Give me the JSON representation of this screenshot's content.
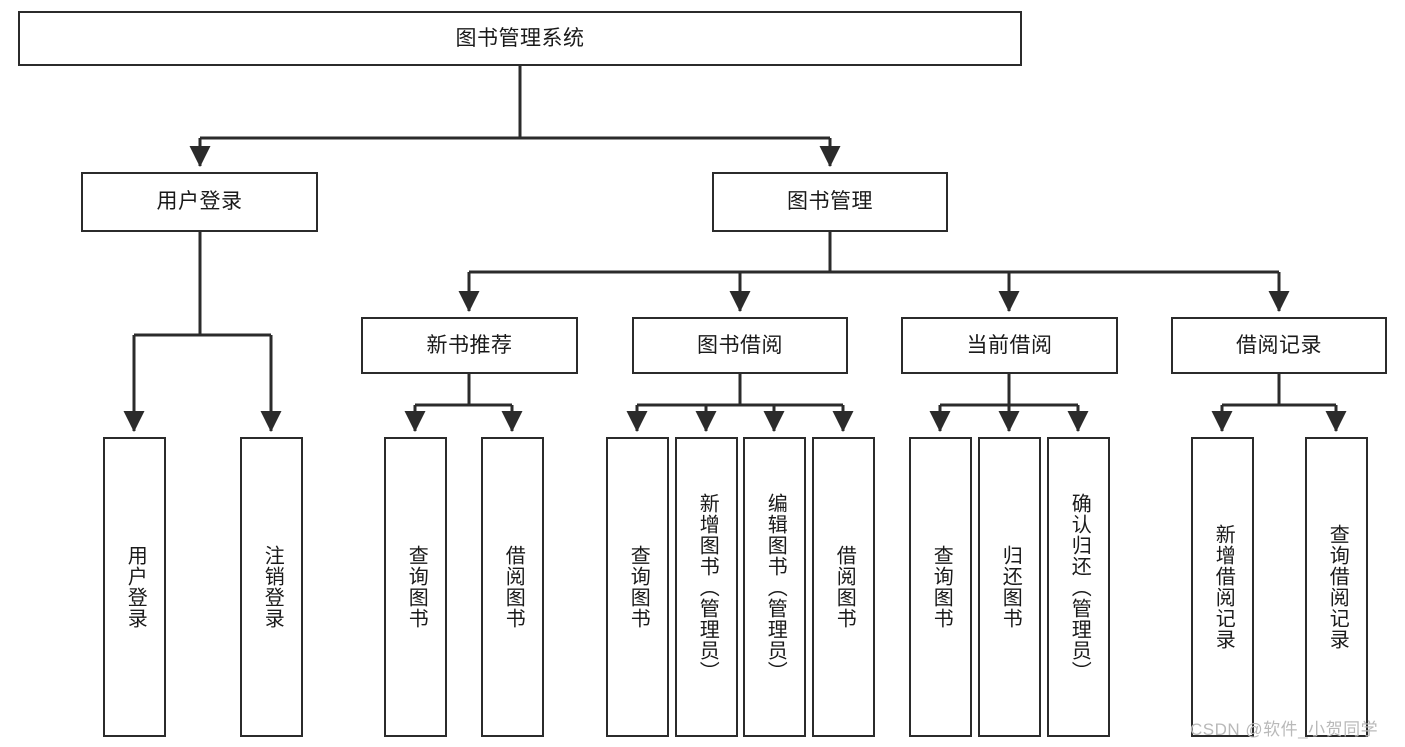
{
  "diagram": {
    "title": "图书管理系统",
    "type": "hierarchy-tree",
    "stroke_color": "#2b2b2b",
    "fill_color": "#ffffff",
    "text_color": "#1a1a1a",
    "levels": {
      "root": {
        "label": "图书管理系统"
      },
      "level2": [
        {
          "label": "用户登录"
        },
        {
          "label": "图书管理"
        }
      ],
      "level3": [
        {
          "label": "新书推荐"
        },
        {
          "label": "图书借阅"
        },
        {
          "label": "当前借阅"
        },
        {
          "label": "借阅记录"
        }
      ],
      "leaves": [
        {
          "label": "用户登录",
          "parent": "用户登录"
        },
        {
          "label": "注销登录",
          "parent": "用户登录"
        },
        {
          "label": "查询图书",
          "parent": "新书推荐"
        },
        {
          "label": "借阅图书",
          "parent": "新书推荐"
        },
        {
          "label": "查询图书",
          "parent": "图书借阅"
        },
        {
          "label": "新增图书（管理员）",
          "parent": "图书借阅"
        },
        {
          "label": "编辑图书（管理员）",
          "parent": "图书借阅"
        },
        {
          "label": "借阅图书",
          "parent": "图书借阅"
        },
        {
          "label": "查询图书",
          "parent": "当前借阅"
        },
        {
          "label": "归还图书",
          "parent": "当前借阅"
        },
        {
          "label": "确认归还（管理员）",
          "parent": "当前借阅"
        },
        {
          "label": "新增借阅记录",
          "parent": "借阅记录"
        },
        {
          "label": "查询借阅记录",
          "parent": "借阅记录"
        }
      ]
    }
  },
  "watermark": {
    "text": "CSDN @软件_小贺同学"
  }
}
